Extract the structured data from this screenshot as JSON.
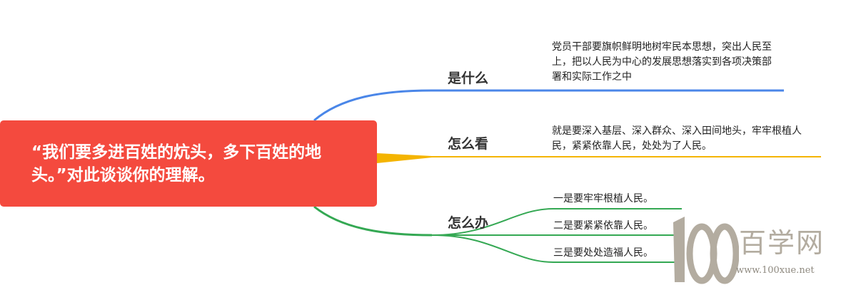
{
  "root": {
    "text": "“我们要多进百姓的炕头，多下百姓的地头。”对此谈谈你的理解。"
  },
  "branches": [
    {
      "title": "是什么",
      "color": "#4a86e8",
      "text": "党员干部要旗帜鲜明地树牢民本思想，突出人民至上，把以人民为中心的发展思想落实到各项决策部署和实际工作之中"
    },
    {
      "title": "怎么看",
      "color": "#f4b400",
      "text": "就是要深入基层、深入群众、深入田间地头，牢牢根植人民，紧紧依靠人民，处处为了人民。"
    },
    {
      "title": "怎么办",
      "color": "#34a853",
      "leaves": [
        "一是要牢牢根植人民。",
        "二是要紧紧依靠人民。",
        "三是要处处造福人民。"
      ]
    }
  ],
  "watermark": {
    "logo": "100",
    "name": "百学网",
    "url": "www.100xue.net"
  }
}
